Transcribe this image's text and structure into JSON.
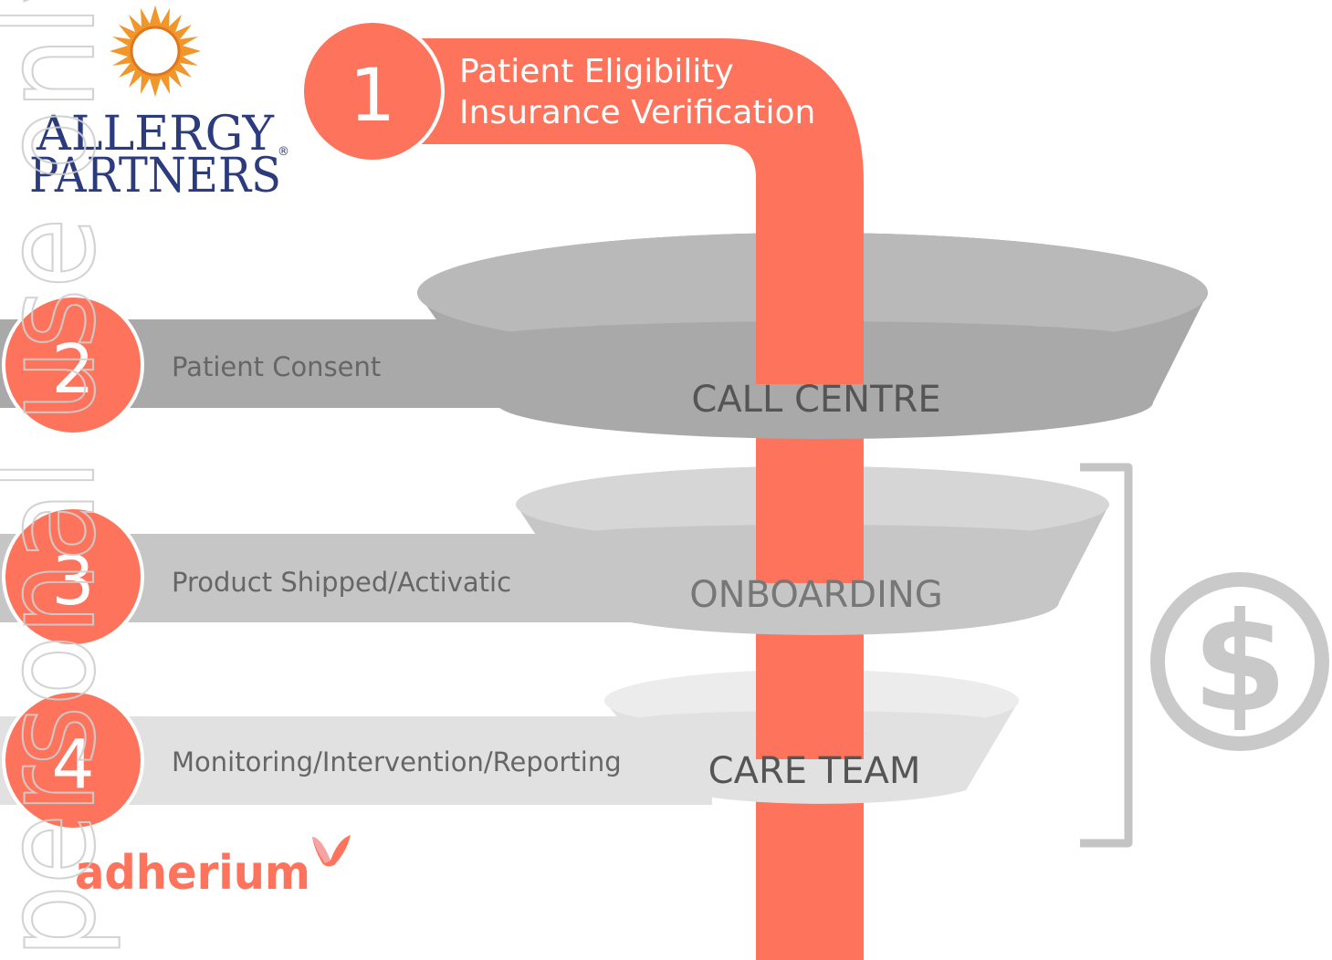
{
  "colors": {
    "coral": "#fe735b",
    "grey_dark": "#a9a9a9",
    "grey_mid": "#c6c6c6",
    "grey_light": "#e1e1e1",
    "navy": "#2b3b7c",
    "sun_orange": "#f0962a",
    "step_text_grey": "#666666",
    "bracket_grey": "#c4c4c4"
  },
  "logos": {
    "allergy_partners": {
      "line1": "ALLERGY",
      "line2": "PARTNERS",
      "registered": "®"
    },
    "adherium": {
      "wordmark": "adherium"
    }
  },
  "watermark": {
    "text": "personal use only"
  },
  "steps": [
    {
      "number": "1",
      "label_line1": "Patient Eligibility",
      "label_line2": "Insurance Verification"
    },
    {
      "number": "2",
      "label": "Patient Consent"
    },
    {
      "number": "3",
      "label": "Product Shipped/Activatic"
    },
    {
      "number": "4",
      "label": "Monitoring/Intervention/Reporting"
    }
  ],
  "funnels": [
    {
      "label": "CALL CENTRE"
    },
    {
      "label": "ONBOARDING"
    },
    {
      "label": "CARE TEAM"
    }
  ],
  "dollar_icon": {
    "symbol": "$"
  }
}
